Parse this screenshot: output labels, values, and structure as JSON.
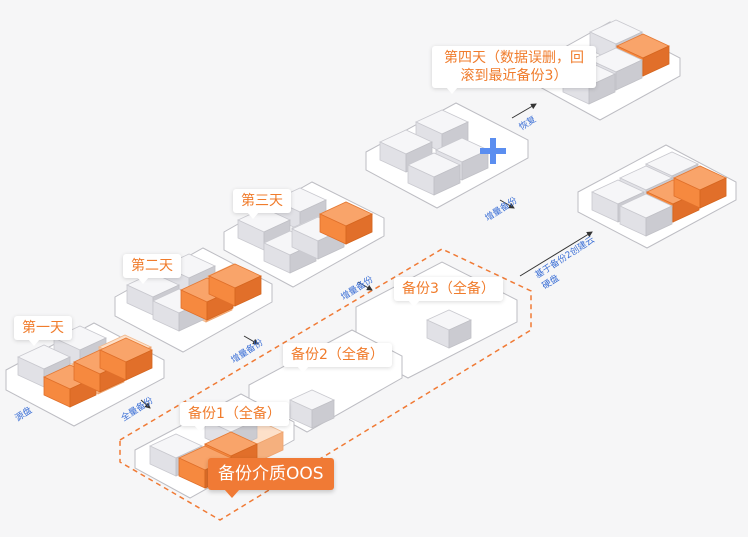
{
  "days": {
    "day1": "第一天",
    "day2": "第二天",
    "day3": "第三天",
    "day4": "第四天（数据误删，回滚到最近备份3）"
  },
  "backups": {
    "b1": "备份1（全备）",
    "b2": "备份2（全备）",
    "b3": "备份3（全备）"
  },
  "medium": "备份介质OOS",
  "edges": {
    "source": "源盘",
    "full_backup": "全量备份",
    "incr1": "增量备份",
    "incr2": "增量备份",
    "incr3": "增量备份",
    "restore": "基于备份2创建云硬盘",
    "rollback": "恢复"
  },
  "colors": {
    "orange": "#f47f33",
    "light_orange": "#fbc8a2",
    "gray": "#e9e9ec",
    "accent": "#3b6fd6",
    "dashed_border": "#f07a35"
  }
}
